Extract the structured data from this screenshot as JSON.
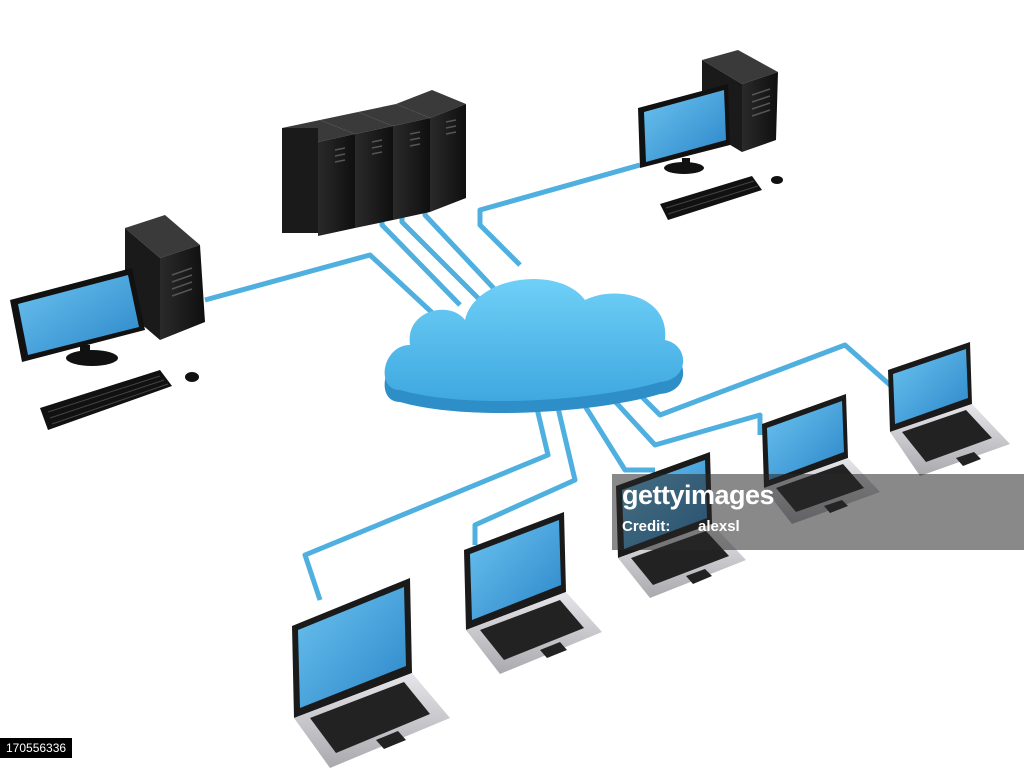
{
  "watermark": {
    "brand": "gettyimages",
    "credit_label": "Credit:",
    "credit": "alexsl"
  },
  "image_id": "170556336",
  "colors": {
    "cable": "#4fb0e0",
    "cloud": "#5bc6f0",
    "screen": "#3a9fdc",
    "tower": "#1e1e1e",
    "laptop_body": "#c8c8cc"
  }
}
